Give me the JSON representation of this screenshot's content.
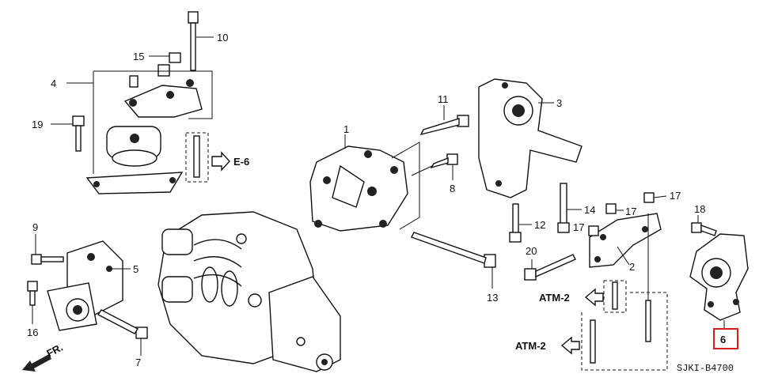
{
  "diagram_code": "SJKI-B4700",
  "callouts": {
    "c1": "1",
    "c2": "2",
    "c3": "3",
    "c4": "4",
    "c5": "5",
    "c6": "6",
    "c7": "7",
    "c8": "8",
    "c9": "9",
    "c10": "10",
    "c11": "11",
    "c12": "12",
    "c13": "13",
    "c14": "14",
    "c15": "15",
    "c16": "16",
    "c17a": "17",
    "c17b": "17",
    "c17c": "17",
    "c18": "18",
    "c19": "19",
    "c20": "20"
  },
  "references": {
    "e6": "E-6",
    "atm_upper": "ATM-2",
    "atm_lower": "ATM-2",
    "fr": "FR."
  },
  "highlight_color": "#d62020"
}
